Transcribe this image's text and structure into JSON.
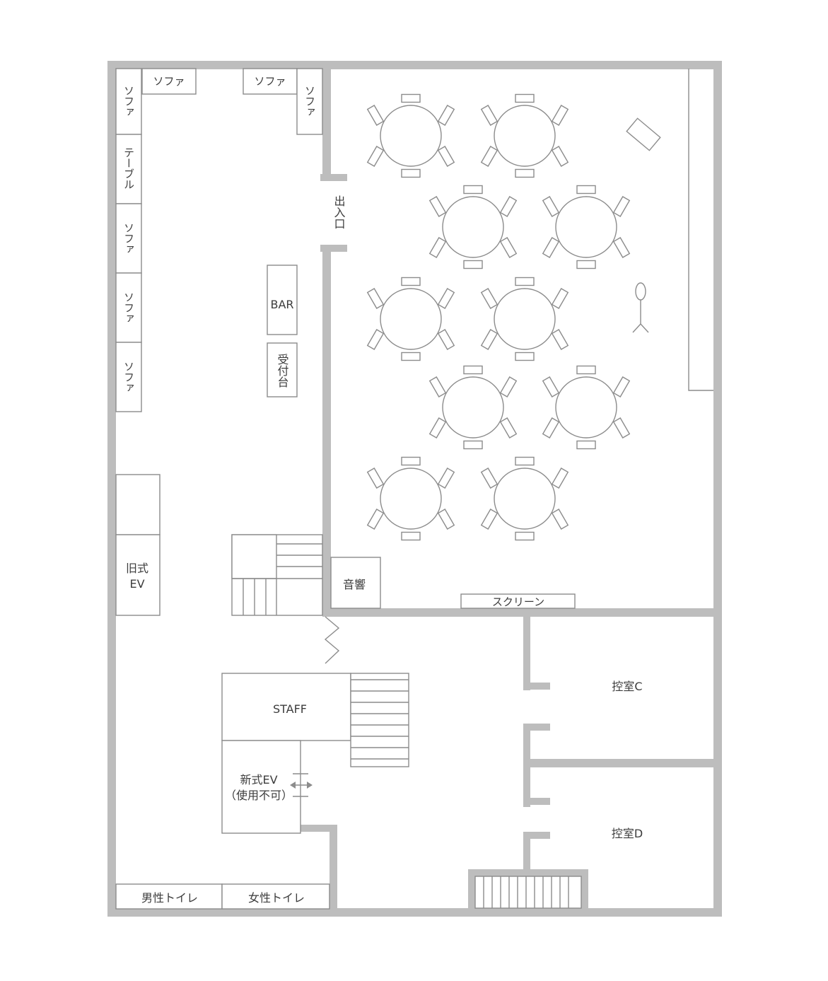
{
  "labels": {
    "sofa": "ソファ",
    "table": "テーブル",
    "bar": "BAR",
    "reception": "受付台",
    "entrance": "出入口",
    "old_ev_line1": "旧式",
    "old_ev_line2": "EV",
    "sound": "音響",
    "screen": "スクリーン",
    "staff": "STAFF",
    "new_ev_line1": "新式EV",
    "new_ev_line2": "（使用不可）",
    "room_c": "控室C",
    "room_d": "控室D",
    "mens_toilet": "男性トイレ",
    "womens_toilet": "女性トイレ"
  },
  "colors": {
    "wall": "#bdbdbd",
    "outline": "#8c8c8c",
    "text": "#3c3c3c",
    "background": "#ffffff"
  },
  "icons": [
    "person-icon",
    "double-arrow-icon",
    "round-table-icon"
  ]
}
